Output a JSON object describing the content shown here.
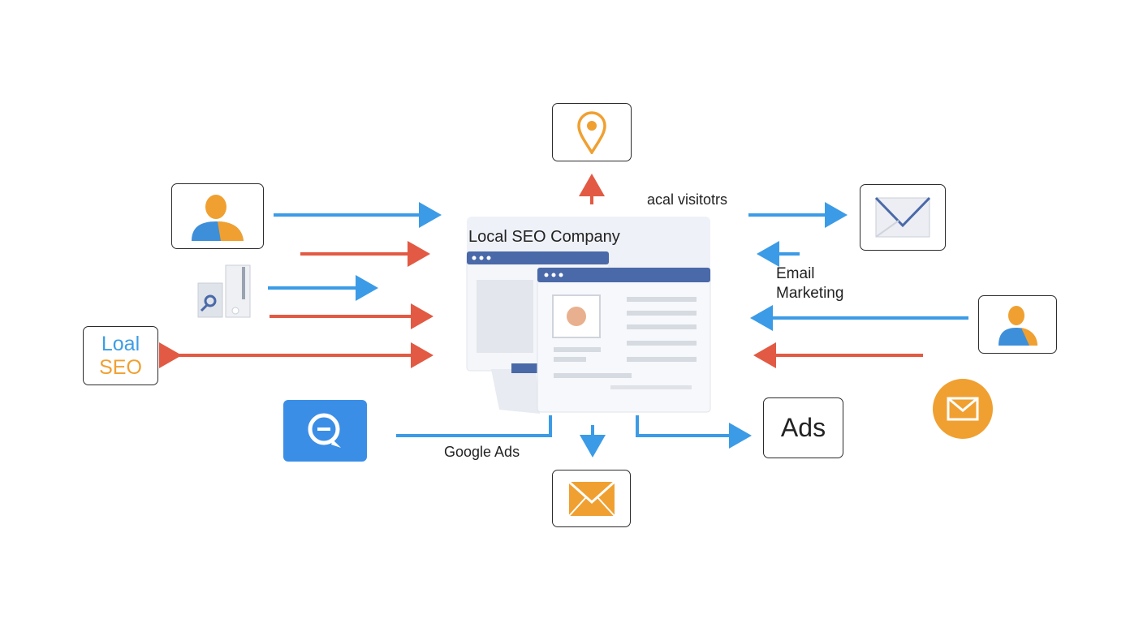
{
  "center": {
    "title": "Local SEO Company"
  },
  "labels": {
    "local_visitors": "acal visitotrs",
    "email_marketing_line1": "Email",
    "email_marketing_line2": "Marketing",
    "google_ads": "Google Ads",
    "ads": "Ads",
    "local_seo_line1": "Loal",
    "local_seo_line2": "SEO"
  },
  "colors": {
    "blue_arrow": "#3b9be6",
    "red_arrow": "#e25a43",
    "orange": "#f0a030",
    "browser_header": "#4a69a8",
    "icon_blue": "#3d8fd9",
    "text": "#222222"
  },
  "icons": [
    "location-pin-icon",
    "user-icon",
    "document-search-icon",
    "chat-search-icon",
    "envelope-icon",
    "email-circle-icon"
  ]
}
